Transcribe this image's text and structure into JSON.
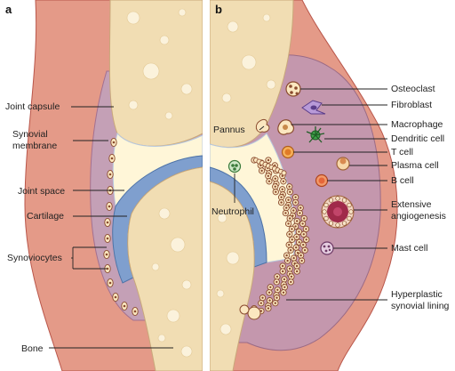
{
  "panels": {
    "a": "a",
    "b": "b"
  },
  "labels_left": {
    "joint_capsule": "Joint capsule",
    "synovial_membrane_1": "Synovial",
    "synovial_membrane_2": "membrane",
    "joint_space": "Joint space",
    "cartilage": "Cartilage",
    "synoviocytes": "Synoviocytes",
    "bone": "Bone"
  },
  "labels_center": {
    "pannus": "Pannus",
    "neutrophil": "Neutrophil"
  },
  "labels_right": {
    "osteoclast": "Osteoclast",
    "fibroblast": "Fibroblast",
    "macrophage": "Macrophage",
    "dendritic_cell": "Dendritic cell",
    "t_cell": "T cell",
    "plasma_cell": "Plasma cell",
    "b_cell": "B cell",
    "angiogenesis_1": "Extensive",
    "angiogenesis_2": "angiogenesis",
    "mast_cell": "Mast cell",
    "hyperplastic_1": "Hyperplastic",
    "hyperplastic_2": "synovial lining"
  },
  "colors": {
    "capsule": "#e49a88",
    "capsule_edge": "#b9564a",
    "synovium_healthy": "#c4a0b6",
    "synovium_inflamed": "#c497ad",
    "bone": "#f1ddb3",
    "bone_pore": "#fbf2dc",
    "cartilage": "#7f9fce",
    "joint_space": "#fff6d8",
    "cell_brown": "#8a4b2e"
  }
}
